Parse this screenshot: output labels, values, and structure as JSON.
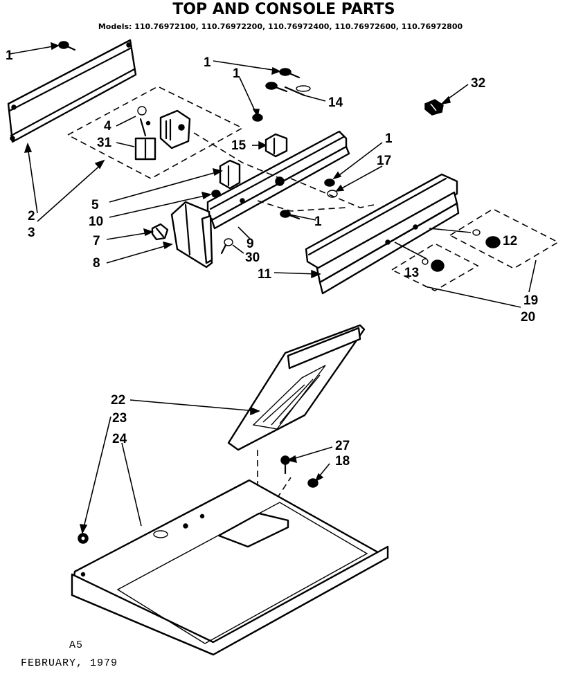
{
  "diagram": {
    "title": "TOP AND CONSOLE PARTS",
    "models": "Models: 110.76972100, 110.76972200, 110.76972400, 110.76972600, 110.76972800",
    "page_code": "A5",
    "date": "FEBRUARY, 1979"
  },
  "callouts": {
    "c1a": "1",
    "c1b": "1",
    "c1c": "1",
    "c1d": "1",
    "c1e": "1",
    "c2": "2",
    "c3": "3",
    "c4": "4",
    "c5": "5",
    "c7": "7",
    "c8": "8",
    "c9": "9",
    "c10": "10",
    "c11": "11",
    "c12": "12",
    "c13": "13",
    "c14": "14",
    "c15": "15",
    "c17": "17",
    "c18": "18",
    "c19": "19",
    "c20": "20",
    "c22": "22",
    "c23": "23",
    "c24": "24",
    "c27": "27",
    "c30": "30",
    "c31": "31",
    "c32": "32"
  }
}
